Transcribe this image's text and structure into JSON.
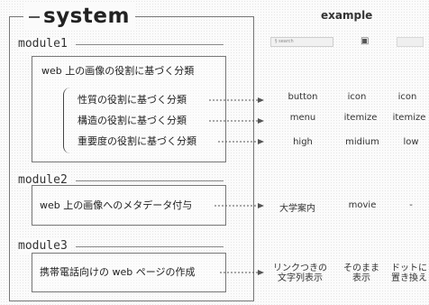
{
  "system_title": "system",
  "example_title": "example",
  "modules": [
    {
      "label": "module1",
      "heading": "web 上の画像の役割に基づく分類",
      "items": [
        {
          "text": "性質の役割に基づく分類",
          "examples": [
            "button",
            "icon",
            "icon"
          ]
        },
        {
          "text": "構造の役割に基づく分類",
          "examples": [
            "menu",
            "itemize",
            "itemize"
          ]
        },
        {
          "text": "重要度の役割に基づく分類",
          "examples": [
            "high",
            "midium",
            "low"
          ]
        }
      ]
    },
    {
      "label": "module2",
      "heading": "web 上の画像へのメタデータ付与",
      "examples": [
        "大学案内",
        "movie",
        "-"
      ]
    },
    {
      "label": "module3",
      "heading": "携帯電話向けの web ページの作成",
      "examples": [
        "リンクつきの 文字列表示",
        "そのまま 表示",
        "ドットに 置き換え"
      ]
    }
  ],
  "mini_ui": {
    "search_text": "§ search",
    "icon_symbol": "▣"
  }
}
